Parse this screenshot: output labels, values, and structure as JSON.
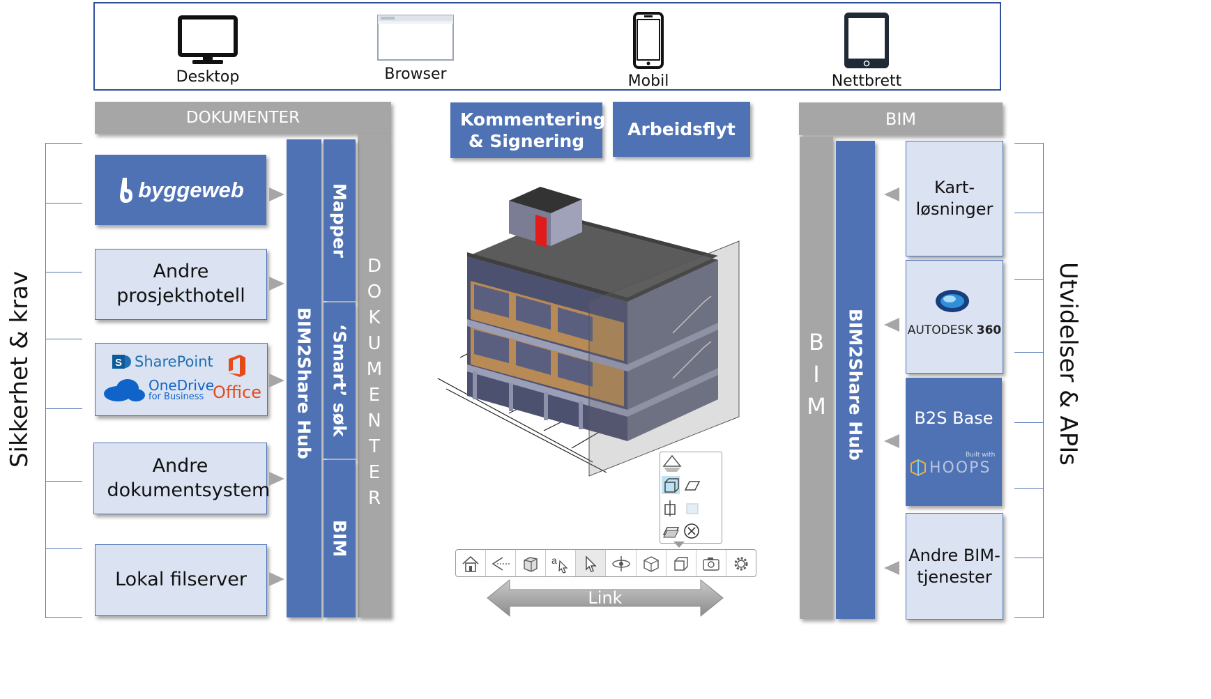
{
  "devices": [
    {
      "label": "Desktop",
      "icon": "desktop-monitor-icon"
    },
    {
      "label": "Browser",
      "icon": "browser-window-icon"
    },
    {
      "label": "Mobil",
      "icon": "mobile-phone-icon"
    },
    {
      "label": "Nettbrett",
      "icon": "tablet-icon"
    }
  ],
  "left_side_label": "Sikkerhet & krav",
  "right_side_label": "Utvidelser & APIs",
  "dokumenter": {
    "header": "DOKUMENTER",
    "vertical": "DOKUMENTER",
    "hub": "BIM2Share Hub",
    "sections": [
      "Mapper",
      "‘Smart’ søk",
      "BIM"
    ]
  },
  "doc_sources": [
    {
      "label": "byggeweb",
      "style": "logo"
    },
    {
      "label": "Andre prosjekthotell"
    },
    {
      "label": "SharePoint / OneDrive for Business / Office",
      "style": "logos"
    },
    {
      "label": "Andre dokumentsystem"
    },
    {
      "label": "Lokal filserver"
    }
  ],
  "logos": {
    "sharepoint": "SharePoint",
    "onedrive": "OneDrive",
    "onedrive_sub": "for Business",
    "office": "Office",
    "autodesk": "AUTODESK",
    "autodesk_num": "360",
    "hoops_built": "Built with",
    "hoops": "HOOPS"
  },
  "center_buttons": [
    "Kommentering & Signering",
    "Arbeidsflyt"
  ],
  "link_label": "Link",
  "bim": {
    "header": "BIM",
    "vertical": "BIM",
    "hub": "BIM2Share Hub"
  },
  "bim_sources": [
    {
      "label": "Kart-løsninger",
      "line1": "Kart-",
      "line2": "løsninger"
    },
    {
      "label": "AUTODESK 360",
      "style": "logo"
    },
    {
      "label": "B2S Base",
      "style": "logo"
    },
    {
      "label": "Andre BIM-tjenester",
      "line1": "Andre BIM-",
      "line2": "tjenester"
    }
  ],
  "colors": {
    "accent_blue": "#4f72b5",
    "light_blue": "#dbe3f2",
    "gray": "#a6a6a6",
    "frame": "#2f4f9a"
  }
}
